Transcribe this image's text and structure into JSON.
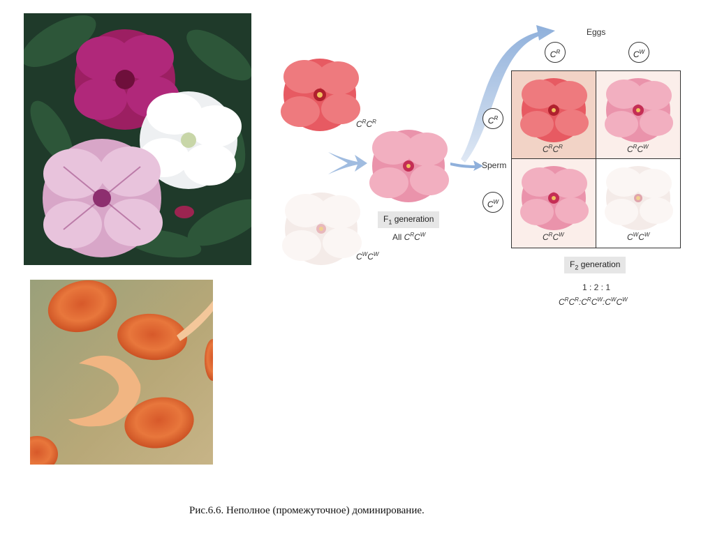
{
  "diagram": {
    "eggs_label": "Eggs",
    "sperm_label": "Sperm",
    "parent_red_genotype": {
      "base1": "C",
      "sup1": "R",
      "base2": "C",
      "sup2": "R"
    },
    "parent_white_genotype": {
      "base1": "C",
      "sup1": "W",
      "base2": "C",
      "sup2": "W"
    },
    "f1": {
      "generation_prefix": "F",
      "generation_sub": "1",
      "generation_suffix": " generation",
      "all_prefix": "All ",
      "genotype": {
        "base1": "C",
        "sup1": "R",
        "base2": "C",
        "sup2": "W"
      }
    },
    "egg_alleles": [
      {
        "base": "C",
        "sup": "R"
      },
      {
        "base": "C",
        "sup": "W"
      }
    ],
    "sperm_alleles": [
      {
        "base": "C",
        "sup": "R"
      },
      {
        "base": "C",
        "sup": "W"
      }
    ],
    "punnett": [
      {
        "base1": "C",
        "sup1": "R",
        "base2": "C",
        "sup2": "R",
        "color": "#f2d3c6"
      },
      {
        "base1": "C",
        "sup1": "R",
        "base2": "C",
        "sup2": "W",
        "color": "#fbeeea"
      },
      {
        "base1": "C",
        "sup1": "R",
        "base2": "C",
        "sup2": "W",
        "color": "#fbeeea"
      },
      {
        "base1": "C",
        "sup1": "W",
        "base2": "C",
        "sup2": "W",
        "color": "#ffffff"
      }
    ],
    "f2": {
      "generation_prefix": "F",
      "generation_sub": "2",
      "generation_suffix": " generation",
      "ratio": "1 : 2 : 1",
      "ratio_genotypes": "CRCR:CRCW:CWCW"
    }
  },
  "caption": "Рис.6.6. Неполное (промежуточное) доминирование.",
  "colors": {
    "red_flower": "#e9676e",
    "pink_flower": "#ee9fb2",
    "white_flower": "#f6ece9",
    "arrow": "#8fb0db",
    "punnett_border": "#333333"
  },
  "icons": {
    "photo_flowers": "four-o-clock-flowers-photo",
    "photo_cells": "red-blood-cells-sickle-photo"
  }
}
